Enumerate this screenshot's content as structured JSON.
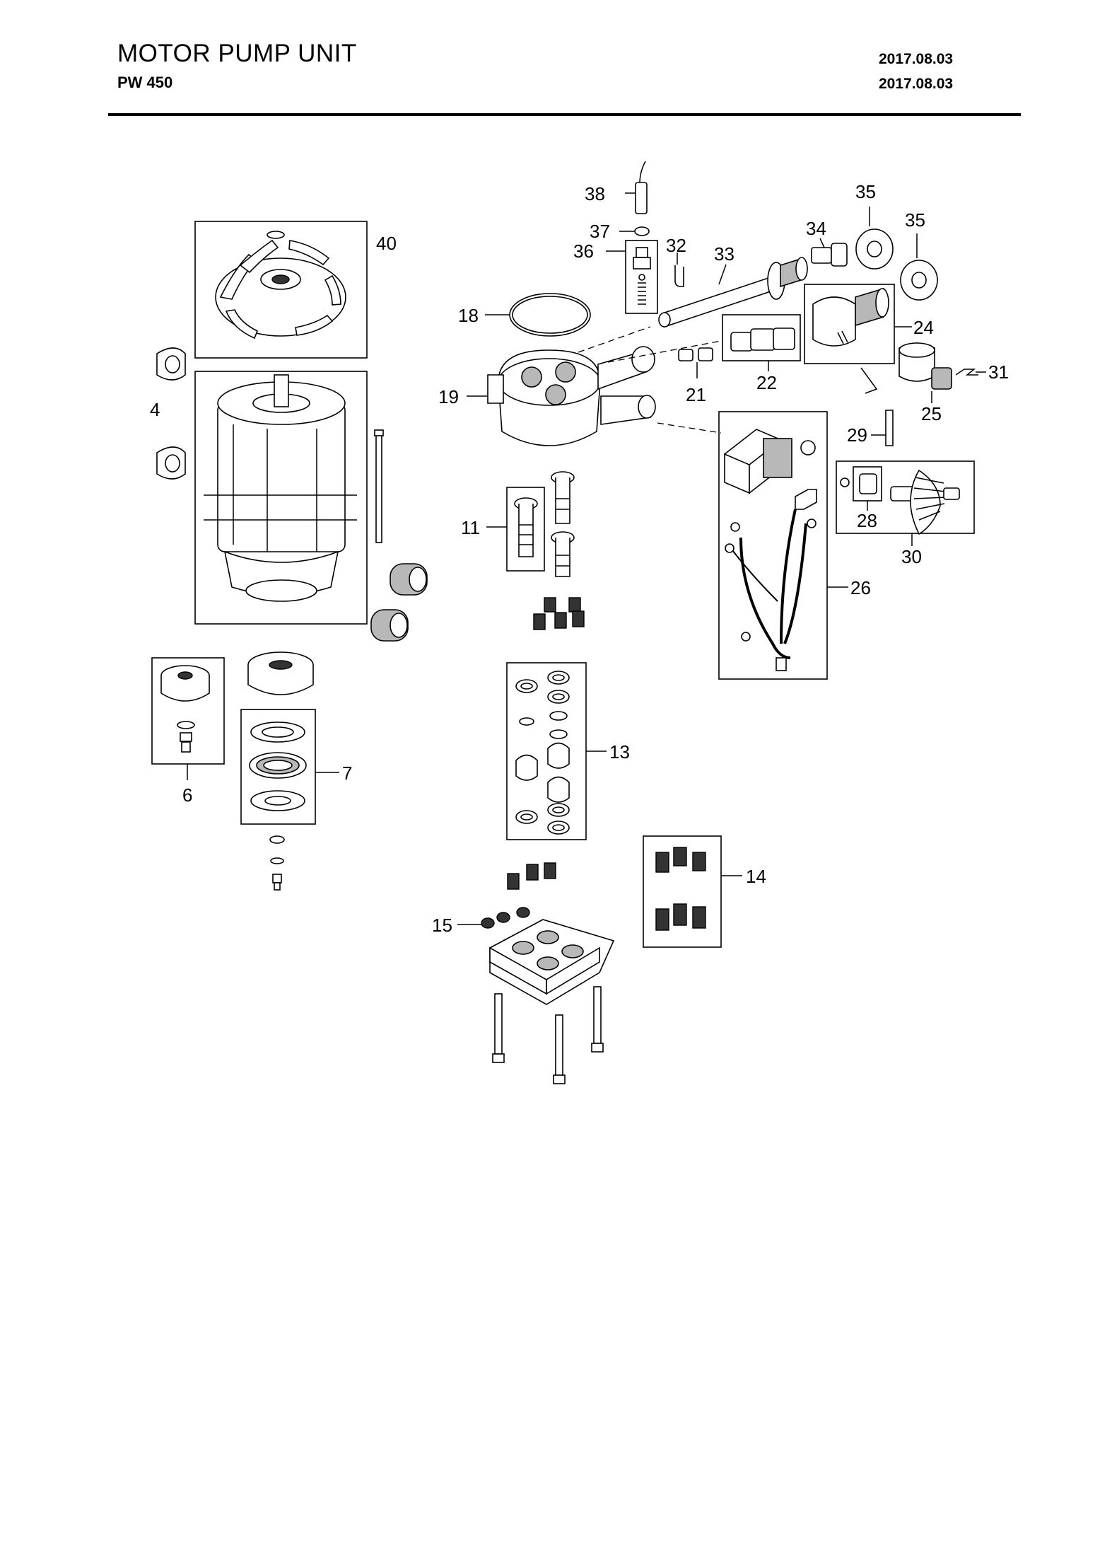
{
  "header": {
    "title": "MOTOR PUMP UNIT",
    "model": "PW 450",
    "date_1": "2017.08.03",
    "date_2": "2017.08.03"
  },
  "callouts": {
    "c40": "40",
    "c4": "4",
    "c6": "6",
    "c7": "7",
    "c38": "38",
    "c37": "37",
    "c36": "36",
    "c32": "32",
    "c33": "33",
    "c34": "34",
    "c35a": "35",
    "c35b": "35",
    "c18": "18",
    "c19": "19",
    "c21": "21",
    "c22": "22",
    "c24": "24",
    "c31": "31",
    "c25": "25",
    "c29": "29",
    "c11": "11",
    "c28": "28",
    "c30": "30",
    "c26": "26",
    "c13": "13",
    "c14": "14",
    "c15": "15"
  }
}
